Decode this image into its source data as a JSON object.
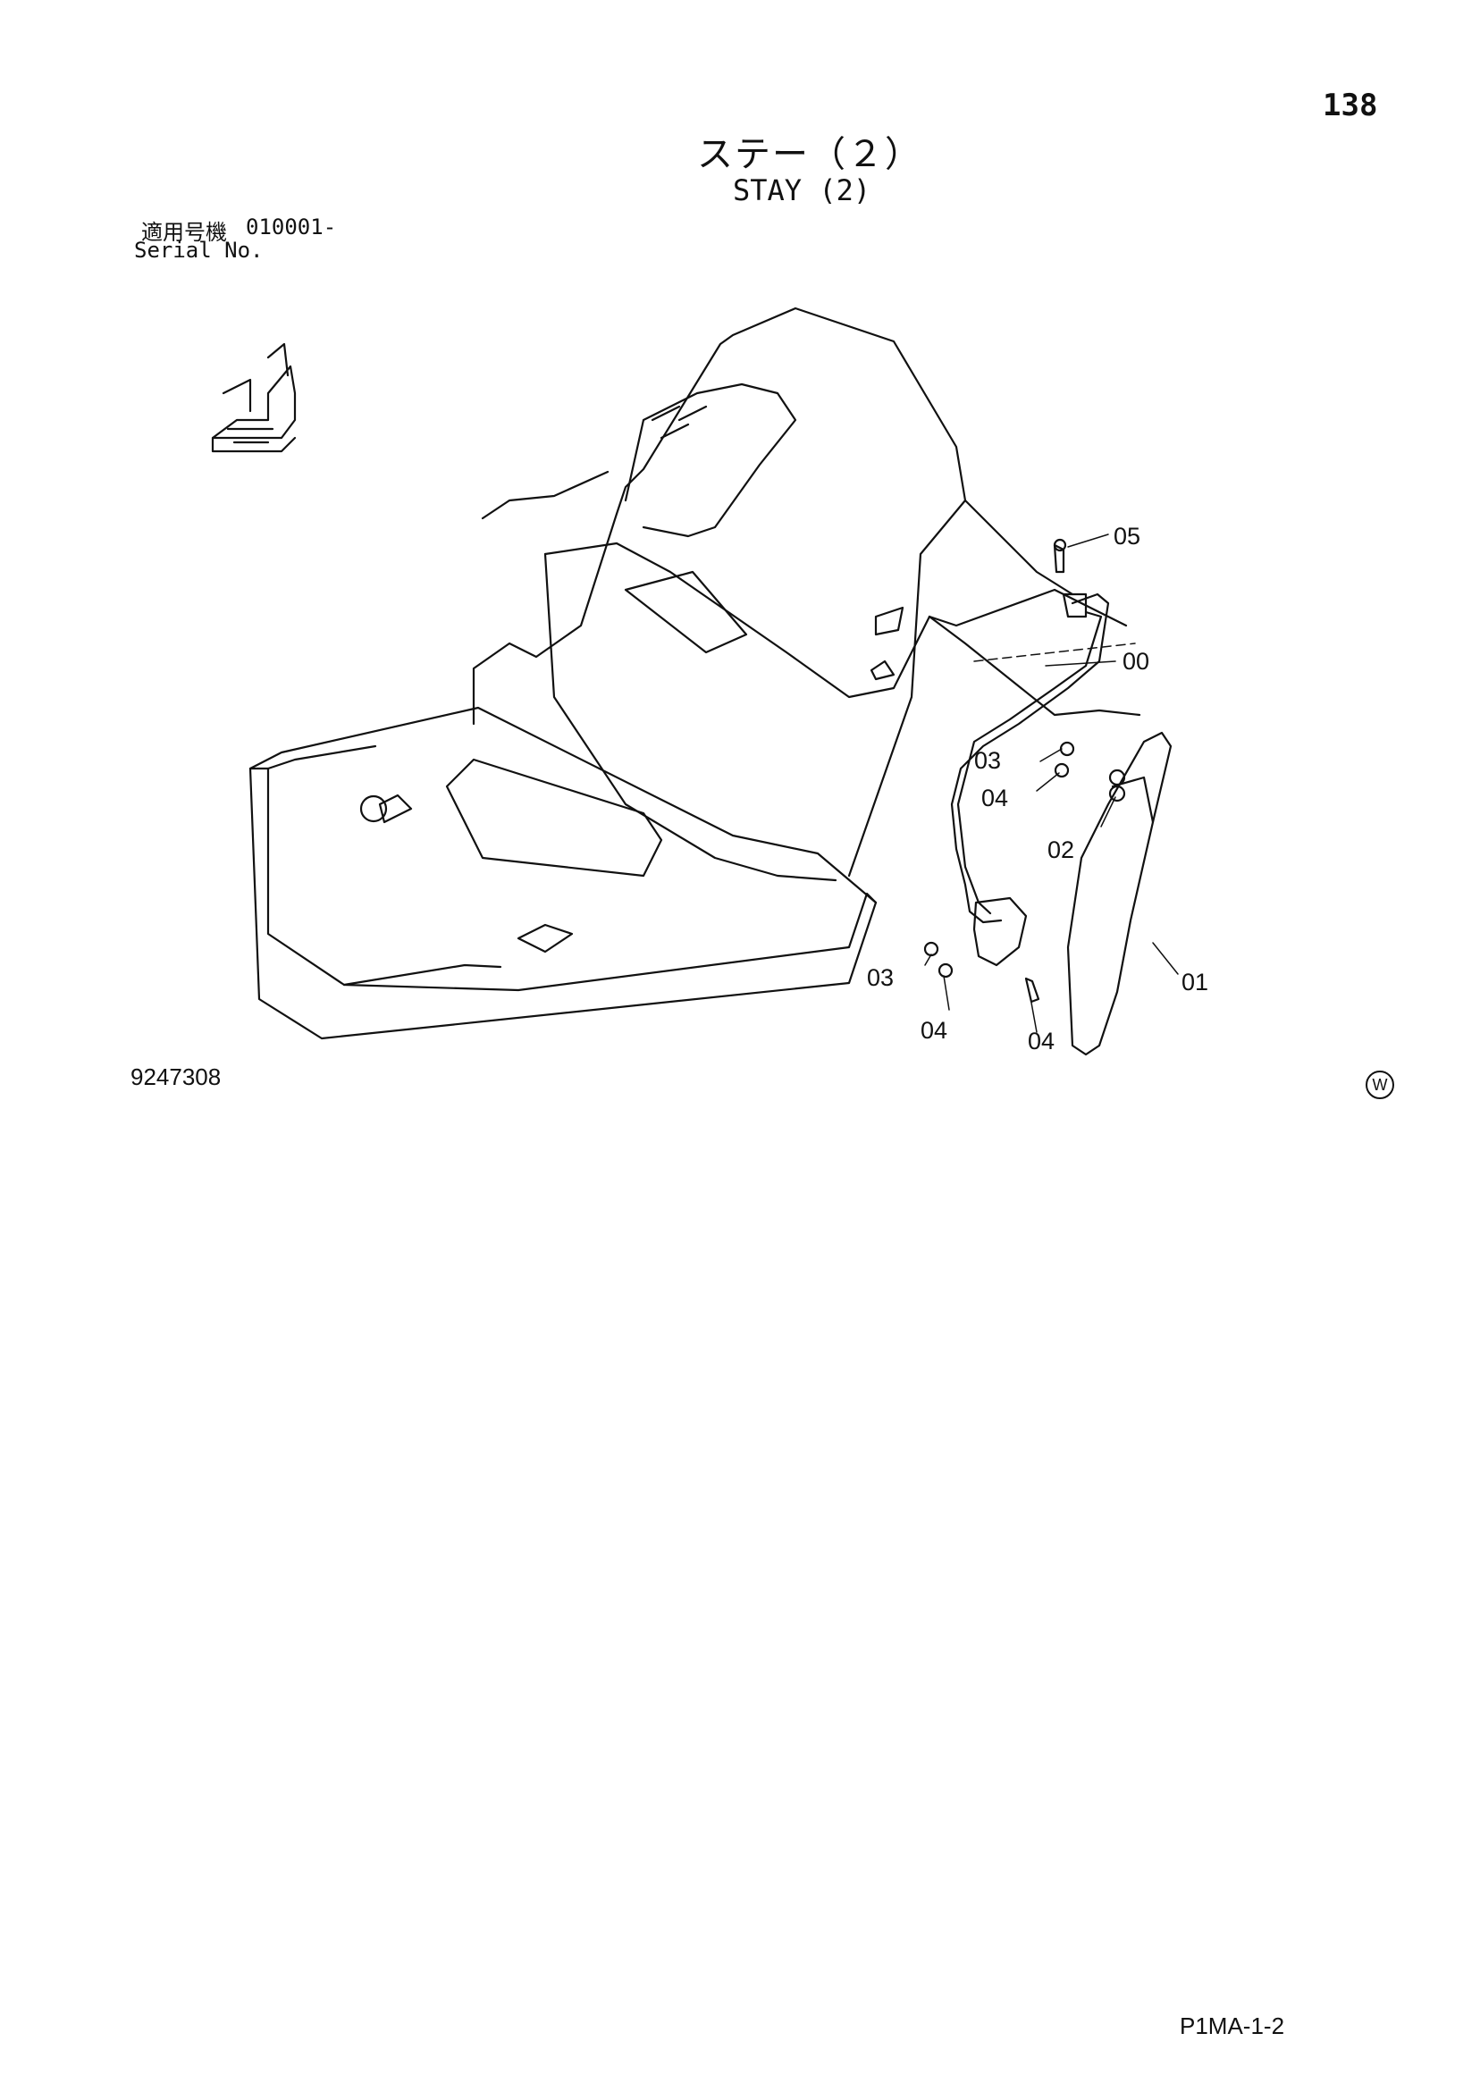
{
  "page": {
    "number": "138",
    "title_ja": "ステー（２）",
    "title_en": "STAY (2)",
    "serial_label_ja": "適用号機",
    "serial_label_en": "Serial No.",
    "serial_number": "010001-",
    "drawing_number": "9247308",
    "mark": "W",
    "page_code": "P1MA-1-2"
  },
  "parts": [
    "05",
    "00",
    "03",
    "04",
    "02",
    "03",
    "04",
    "04",
    "01"
  ],
  "icons": {
    "orientation": "orientation-arrows-icon",
    "mark": "circled-w-icon"
  }
}
